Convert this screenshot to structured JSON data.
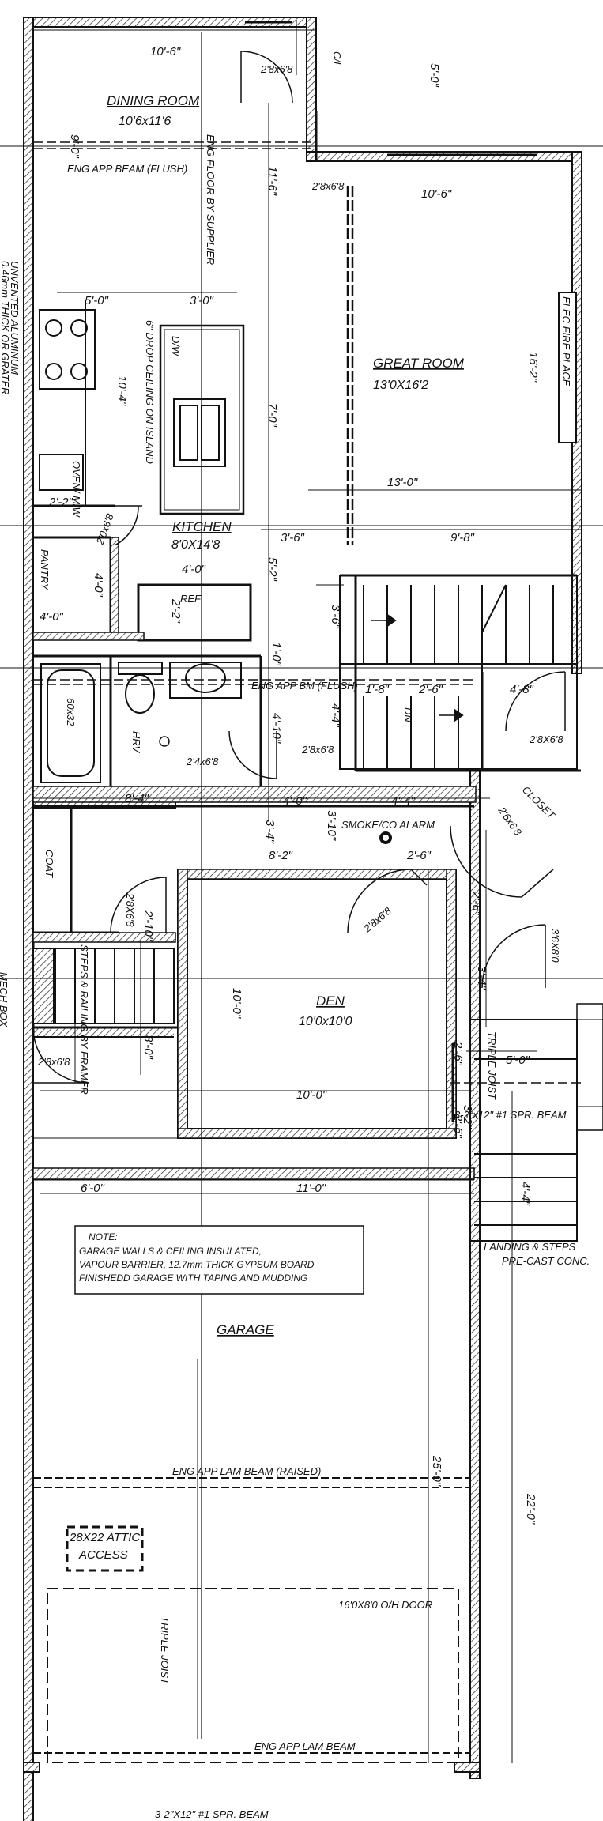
{
  "rooms": {
    "dining": {
      "name": "DINING ROOM",
      "size": "10'6x11'6"
    },
    "great": {
      "name": "GREAT ROOM",
      "size": "13'0X16'2"
    },
    "kitchen": {
      "name": "KITCHEN",
      "size": "8'0X14'8"
    },
    "den": {
      "name": "DEN",
      "size": "10'0x10'0"
    },
    "garage": {
      "name": "GARAGE"
    }
  },
  "labels": {
    "eng_app_beam_flush": "ENG APP BEAM (FLUSH)",
    "eng_floor_by_supplier": "ENG FLOOR BY SUPPLIER",
    "drop_ceiling": "6\" DROP CEILING ON ISLAND",
    "dw": "D/W",
    "oven_mw": "OVEN/ M/W",
    "pantry": "PANTRY",
    "ref": "REF",
    "elec_fireplace": "ELEC FIRE PLACE",
    "eng_app_bm_flush": "ENG APP BM (FLUSH)",
    "dn": "DN",
    "hrv": "HRV",
    "tub": "60x32",
    "smoke_alarm": "SMOKE/CO ALARM",
    "closet": "CLOSET",
    "coat": "COAT",
    "mech_box": "MECH BOX",
    "steps_railing": "STEPS & RAILING BY FRAMER",
    "triple_joist_1": "TRIPLE JOIST",
    "spr_beam": "3-2\"x12\" #1 SPR. BEAM",
    "landing": "LANDING & STEPS",
    "precast": "PRE-CAST CONC.",
    "eng_app_lam_beam_raised": "ENG APP LAM BEAM (RAISED)",
    "attic_line1": "28X22 ATTIC",
    "attic_line2": "ACCESS",
    "ohdoor": "16'0X8'0 O/H DOOR",
    "triple_joist_2": "TRIPLE JOIST",
    "eng_app_lam_beam": "ENG APP LAM BEAM",
    "bottom_beam": "3-2\"X12\" #1 SPR. BEAM",
    "unvented_1": "UNVENTED ALUMINUM",
    "unvented_2": "0.46mm THICK OR GRATER",
    "cl": "C/L"
  },
  "note": {
    "line1": "NOTE:",
    "line2": "GARAGE WALLS & CEILING INSULATED,",
    "line3": "VAPOUR BARRIER, 12.7mm THICK GYPSUM BOARD",
    "line4": "FINISHEDD GARAGE WITH TAPING AND MUDDING"
  },
  "doors": {
    "d1": "2'8x6'8",
    "d2": "2'8x6'8",
    "d3": "2'8x6'8",
    "d4": "2'4x6'8",
    "d5": "2'8X6'8",
    "d6": "2'8x6'8",
    "d7": "2'8X6'8",
    "d8": "3'6X8'0",
    "d9": "2'8x6'8",
    "d10": "2'6x6'8",
    "d11": "2'0x6'8"
  },
  "dims": {
    "d_10_6_top": "10'-6\"",
    "d_5_0_top": "5'-0\"",
    "d_9_0": "9'-0\"",
    "d_11_6": "11'-6\"",
    "d_10_6_great": "10'-6\"",
    "d_5_0_kitchen": "5'-0\"",
    "d_3_0": "3'-0\"",
    "d_10_4": "10'-4\"",
    "d_7_0": "7'-0\"",
    "d_16_2": "16'-2\"",
    "d_13_0": "13'-0\"",
    "d_2_2": "2'-2\"",
    "d_3_6": "3'-6\"",
    "d_9_8": "9'-8\"",
    "d_4_0_a": "4'-0\"",
    "d_5_2": "5'-2\"",
    "d_4_0_b": "4'-0\"",
    "d_4_0_c": "4'-0\"",
    "d_2_2_b": "2'-2\"",
    "d_3_6_b": "3'-6\"",
    "d_1_0": "1'-0\"",
    "d_1_8": "1'-8\"",
    "d_2_6_a": "2'-6\"",
    "d_4_8": "4'-8\"",
    "d_4_10": "4'-10\"",
    "d_4_4_a": "4'-4\"",
    "d_8_4": "8'-4\"",
    "d_4_0_d": "4'-0\"",
    "d_4_4_b": "4'-4\"",
    "d_3_4": "3'-4\"",
    "d_3_10": "3'-10\"",
    "d_8_2": "8'-2\"",
    "d_2_6_b": "2'-6\"",
    "d_2_10": "2'-10\"",
    "d_2_6_c": "2'-6\"",
    "d_3_4_b": "3'-4\"",
    "d_10_0_a": "10'-0\"",
    "d_8_0": "8'-0\"",
    "d_10_0_b": "10'-0\"",
    "d_5_0_b": "5'-0\"",
    "d_2_6_d": "2'-6\"",
    "d_2_6_e": "2'-6\"",
    "d_3_2": "3'-2\"",
    "d_6_0": "6'-0\"",
    "d_11_0": "11'-0\"",
    "d_25_0": "25'-0\"",
    "d_22_0": "22'-0\"",
    "d_4_4_c": "4'-4\""
  }
}
